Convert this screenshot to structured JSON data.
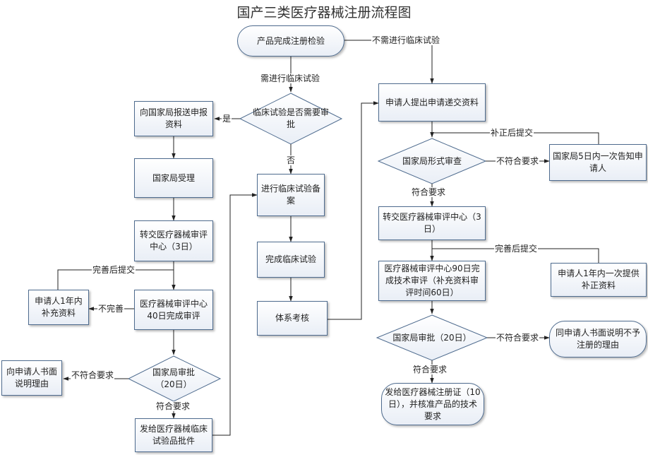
{
  "title": "国产三类医疗器械注册流程图",
  "nodes": {
    "start": "产品完成注册检验",
    "clinical_approval_decision": "临床试验是否需要审批",
    "submit_to_nmpa": "向国家局报送申报资料",
    "nmpa_accept": "国家局受理",
    "transfer_review_3d": "转交医疗器械审评中心（3日）",
    "review_40d": "医疗器械审评中心40日完成审评",
    "supplement_1y_left": "申请人1年内补充资料",
    "nmpa_approval_left": "国家局审批（20日）",
    "written_reason_left": "向申请人书面说明理由",
    "issue_trial_approval": "发给医疗器械临床试验品批件",
    "trial_filing": "进行临床试验备案",
    "complete_trial": "完成临床试验",
    "system_audit": "体系考核",
    "applicant_submit": "申请人提出申请递交资料",
    "formal_review": "国家局形式审查",
    "notify_5d": "国家局5日内一次告知申请人",
    "transfer_review_center_3d": "转交医疗器械审评中心（3日）",
    "tech_review_90d": "医疗器械审评中心90日完成技术审评（补充资料审评时间60日）",
    "supplement_1y_right": "申请人1年内一次提供补正资料",
    "nmpa_approval_right": "国家局审批（20日）",
    "written_reason_right": "同申请人书面说明不予注册的理由",
    "issue_certificate": "发给医疗器械注册证（10日），并核准产品的技术要求"
  },
  "edge_labels": {
    "no_trial_needed": "不需进行临床试验",
    "trial_needed": "需进行临床试验",
    "yes": "是",
    "no": "否",
    "complete_then_submit_left": "完善后提交",
    "incomplete": "不完善",
    "not_compliant_left": "不符合要求",
    "compliant_left": "符合要求",
    "corrected_then_submit": "补正后提交",
    "not_compliant_formal": "不符合要求",
    "compliant_formal": "符合要求",
    "complete_then_submit_right": "完善后提交",
    "not_compliant_right": "不符合要求",
    "compliant_right": "符合要求"
  }
}
